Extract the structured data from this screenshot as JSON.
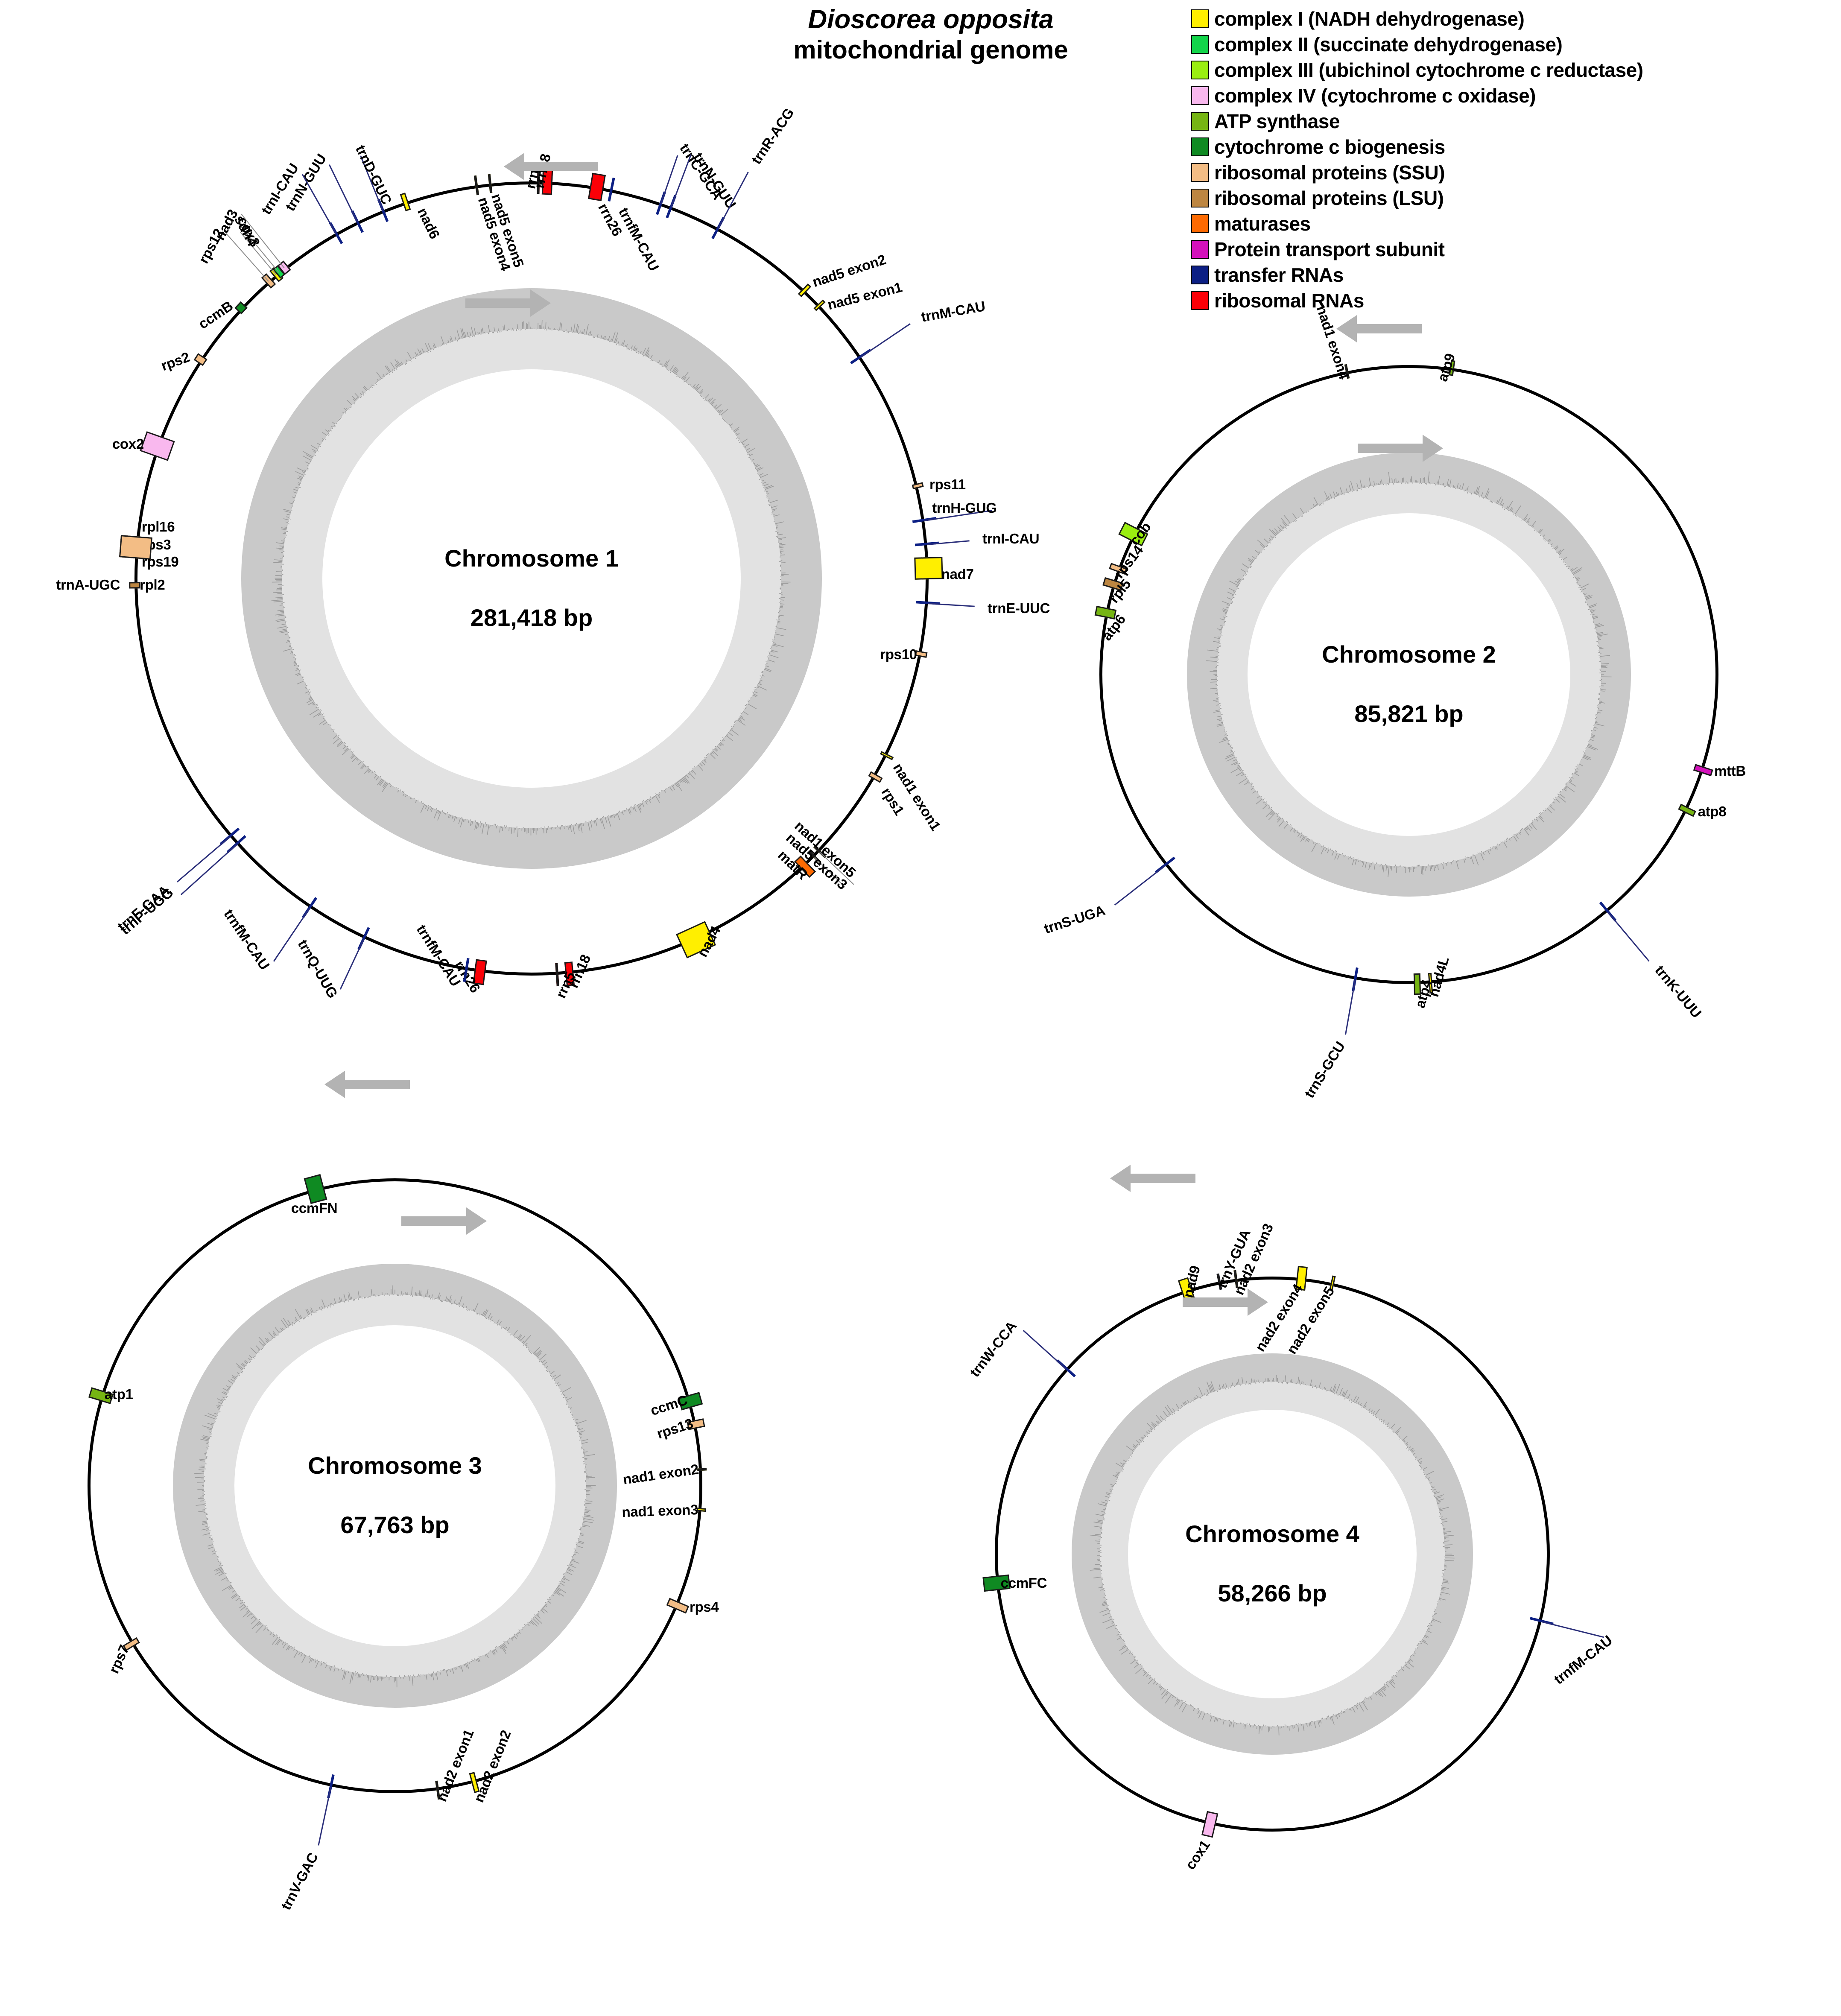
{
  "title": {
    "species": "Dioscorea opposita",
    "subtitle": "mitochondrial genome"
  },
  "legend": {
    "items": [
      {
        "label": "complex I (NADH dehydrogenase)",
        "color": "#ffef00"
      },
      {
        "label": "complex II (succinate dehydrogenase)",
        "color": "#12d44a"
      },
      {
        "label": "complex III (ubichinol cytochrome c reductase)",
        "color": "#9aee10"
      },
      {
        "label": "complex IV (cytochrome c oxidase)",
        "color": "#f9b8ee"
      },
      {
        "label": "ATP synthase",
        "color": "#76b513"
      },
      {
        "label": "cytochrome c biogenesis",
        "color": "#0f8a22"
      },
      {
        "label": "ribosomal proteins (SSU)",
        "color": "#f3bd85"
      },
      {
        "label": "ribosomal proteins (LSU)",
        "color": "#bd8641"
      },
      {
        "label": "maturases",
        "color": "#fd6a02"
      },
      {
        "label": "Protein transport subunit",
        "color": "#d411bb"
      },
      {
        "label": "transfer RNAs",
        "color": "#0c1f84"
      },
      {
        "label": "ribosomal RNAs",
        "color": "#fb0007"
      }
    ]
  },
  "chromosomes": [
    {
      "id": "chromosome-1",
      "name": "Chromosome 1",
      "length": "281,418 bp",
      "genes": [
        {
          "label": "rps12",
          "color": "#f3bd85"
        },
        {
          "label": "nad3",
          "color": "#ffef00"
        },
        {
          "label": "trnN-GUU",
          "color": "#0c1f84"
        },
        {
          "label": "trnI-CAU",
          "color": "#0c1f84"
        },
        {
          "label": "trnD-GUC",
          "color": "#0c1f84"
        },
        {
          "label": "nad6",
          "color": "#ffef00"
        },
        {
          "label": "nad5 exon4",
          "color": "#ffef00"
        },
        {
          "label": "nad5 exon5",
          "color": "#ffef00"
        },
        {
          "label": "rrn5",
          "color": "#fb0007"
        },
        {
          "label": "rrn18",
          "color": "#fb0007"
        },
        {
          "label": "rrn26",
          "color": "#fb0007"
        },
        {
          "label": "trnfM-CAU",
          "color": "#0c1f84"
        },
        {
          "label": "trnC-GCA",
          "color": "#0c1f84"
        },
        {
          "label": "trnN-GUU",
          "color": "#0c1f84"
        },
        {
          "label": "trnR-ACG",
          "color": "#0c1f84"
        },
        {
          "label": "nad5 exon2",
          "color": "#ffef00"
        },
        {
          "label": "nad5 exon1",
          "color": "#ffef00"
        },
        {
          "label": "trnM-CAU",
          "color": "#0c1f84"
        },
        {
          "label": "rps11",
          "color": "#f3bd85"
        },
        {
          "label": "trnH-GUG",
          "color": "#0c1f84"
        },
        {
          "label": "trnI-CAU",
          "color": "#0c1f84"
        },
        {
          "label": "nad7",
          "color": "#ffef00"
        },
        {
          "label": "trnE-UUC",
          "color": "#0c1f84"
        },
        {
          "label": "rps10",
          "color": "#f3bd85"
        },
        {
          "label": "nad1 exon1",
          "color": "#ffef00"
        },
        {
          "label": "rps1",
          "color": "#f3bd85"
        },
        {
          "label": "nad1 exon5",
          "color": "#ffef00"
        },
        {
          "label": "nad5 exon3",
          "color": "#ffef00"
        },
        {
          "label": "matR",
          "color": "#fd6a02"
        },
        {
          "label": "nad4",
          "color": "#ffef00"
        },
        {
          "label": "rrn18",
          "color": "#fb0007"
        },
        {
          "label": "rrn5",
          "color": "#fb0007"
        },
        {
          "label": "rrn26",
          "color": "#fb0007"
        },
        {
          "label": "trnfM-CAU",
          "color": "#0c1f84"
        },
        {
          "label": "trnQ-UUG",
          "color": "#0c1f84"
        },
        {
          "label": "trnfM-CAU",
          "color": "#0c1f84"
        },
        {
          "label": "trnP-UGG",
          "color": "#0c1f84"
        },
        {
          "label": "trnF-GAA",
          "color": "#0c1f84"
        },
        {
          "label": "trnA-UGC",
          "color": "#0c1f84"
        },
        {
          "label": "rpl2",
          "color": "#bd8641"
        },
        {
          "label": "rpl16",
          "color": "#f3bd85"
        },
        {
          "label": "rps3",
          "color": "#f3bd85"
        },
        {
          "label": "rps19",
          "color": "#f3bd85"
        },
        {
          "label": "cox2",
          "color": "#f9b8ee"
        },
        {
          "label": "rps2",
          "color": "#f3bd85"
        },
        {
          "label": "ccmB",
          "color": "#0f8a22"
        },
        {
          "label": "sdh4",
          "color": "#12d44a"
        },
        {
          "label": "cox3",
          "color": "#f9b8ee"
        }
      ]
    },
    {
      "id": "chromosome-2",
      "name": "Chromosome 2",
      "length": "85,821 bp",
      "genes": [
        {
          "label": "nad1 exon4",
          "color": "#ffef00"
        },
        {
          "label": "atp9",
          "color": "#76b513"
        },
        {
          "label": "cob",
          "color": "#9aee10"
        },
        {
          "label": "rps14",
          "color": "#f3bd85"
        },
        {
          "label": "rpl5",
          "color": "#bd8641"
        },
        {
          "label": "atp6",
          "color": "#76b513"
        },
        {
          "label": "mttB",
          "color": "#d411bb"
        },
        {
          "label": "atp8",
          "color": "#76b513"
        },
        {
          "label": "trnK-UUU",
          "color": "#0c1f84"
        },
        {
          "label": "nad4L",
          "color": "#ffef00"
        },
        {
          "label": "atp4",
          "color": "#76b513"
        },
        {
          "label": "trnS-GCU",
          "color": "#0c1f84"
        },
        {
          "label": "trnS-UGA",
          "color": "#0c1f84"
        }
      ]
    },
    {
      "id": "chromosome-3",
      "name": "Chromosome 3",
      "length": "67,763 bp",
      "genes": [
        {
          "label": "ccmFN",
          "color": "#0f8a22"
        },
        {
          "label": "ccmC",
          "color": "#0f8a22"
        },
        {
          "label": "rps13",
          "color": "#f3bd85"
        },
        {
          "label": "nad1 exon2",
          "color": "#ffef00"
        },
        {
          "label": "nad1 exon3",
          "color": "#ffef00"
        },
        {
          "label": "rps4",
          "color": "#f3bd85"
        },
        {
          "label": "nad2 exon2",
          "color": "#ffef00"
        },
        {
          "label": "nad2 exon1",
          "color": "#ffef00"
        },
        {
          "label": "trnV-GAC",
          "color": "#0c1f84"
        },
        {
          "label": "rps7",
          "color": "#f3bd85"
        },
        {
          "label": "atp1",
          "color": "#76b513"
        }
      ]
    },
    {
      "id": "chromosome-4",
      "name": "Chromosome 4",
      "length": "58,266 bp",
      "genes": [
        {
          "label": "nad9",
          "color": "#ffef00"
        },
        {
          "label": "trnY-GUA",
          "color": "#0c1f84"
        },
        {
          "label": "nad2 exon3",
          "color": "#ffef00"
        },
        {
          "label": "nad2 exon4",
          "color": "#ffef00"
        },
        {
          "label": "nad2 exon5",
          "color": "#ffef00"
        },
        {
          "label": "trnfM-CAU",
          "color": "#0c1f84"
        },
        {
          "label": "cox1",
          "color": "#f9b8ee"
        },
        {
          "label": "ccmFC",
          "color": "#0f8a22"
        },
        {
          "label": "trnW-CCA",
          "color": "#0c1f84"
        }
      ]
    }
  ],
  "chart_data": {
    "type": "circular-genome-map",
    "title": "Dioscorea opposita mitochondrial genome",
    "rings": [
      "gene features (outer)",
      "GC content / skew (inner grey)"
    ],
    "units": "bp",
    "chromosomes": [
      {
        "name": "Chromosome 1",
        "length_bp": 281418,
        "gene_count": 48
      },
      {
        "name": "Chromosome 2",
        "length_bp": 85821,
        "gene_count": 13
      },
      {
        "name": "Chromosome 3",
        "length_bp": 67763,
        "gene_count": 11
      },
      {
        "name": "Chromosome 4",
        "length_bp": 58266,
        "gene_count": 9
      }
    ]
  }
}
